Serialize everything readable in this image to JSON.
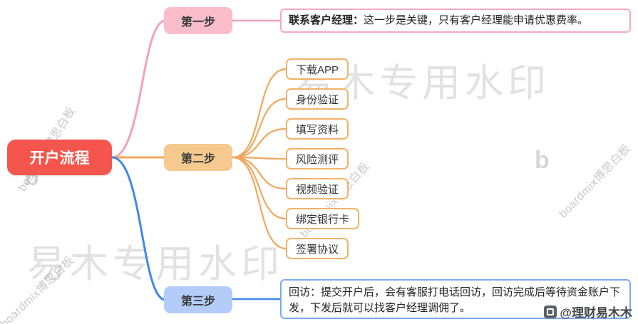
{
  "root": {
    "label": "开户流程"
  },
  "step1": {
    "label": "第一步",
    "desc_bold": "联系客户经理：",
    "desc_rest": "这一步是关键，只有客户经理能申请优惠费率。"
  },
  "step2": {
    "label": "第二步",
    "children": [
      "下载APP",
      "身份验证",
      "填写资料",
      "风险测评",
      "视频验证",
      "绑定银行卡",
      "签署协议"
    ]
  },
  "step3": {
    "label": "第三步",
    "desc": "回访：提交开户后，会有客服打电话回访，回访完成后等待资金账户下发，下发后就可以找客户经理调佣了。"
  },
  "watermarks": {
    "large_text": "易木专用水印",
    "diagonal_text": "boardmix博思白板",
    "logo_letter": "b"
  },
  "credit": {
    "handle": "@理财易木木"
  },
  "colors": {
    "root_bg": "#f4564e",
    "step1_bg": "#f9bdcb",
    "step2_bg": "#f6c98f",
    "step3_bg": "#b4cdf8",
    "branch1_line": "#f2a2b8",
    "branch2_line": "#f0a85e",
    "branch3_line": "#3f87ec",
    "child_border": "#f3b269",
    "desc1_border": "#f6a9bf",
    "desc3_border": "#7aabf2"
  }
}
